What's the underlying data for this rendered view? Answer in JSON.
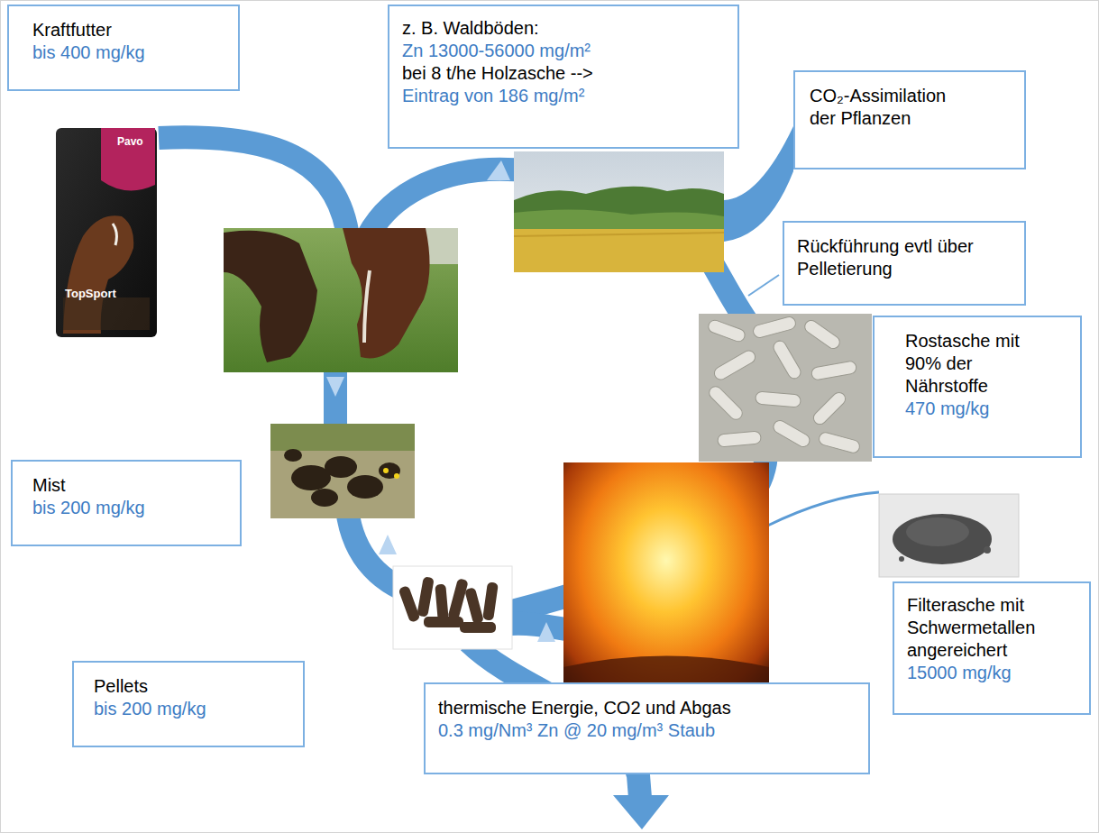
{
  "diagram": {
    "nodes": [
      {
        "text": [
          "Kraftfutter",
          "bis 400 mg/kg"
        ]
      },
      {
        "text": [
          "z. B. Waldböden:",
          "Zn 13000-56000 mg/m²",
          "bei 8 t/he Holzasche -->",
          "Eintrag von 186 mg/m²"
        ]
      },
      {
        "text": [
          "CO₂-Assimilation der Pflanzen"
        ]
      },
      {
        "text": [
          "Rückführung evtl über Pelletierung"
        ]
      },
      {
        "text": [
          "Rostasche mit 90% der Nährstoffe",
          "470 mg/kg"
        ]
      },
      {
        "text": [
          "Mist",
          "bis 200 mg/kg"
        ]
      },
      {
        "text": [
          "Filterasche mit Schwermetallen angereichert",
          "15000 mg/kg"
        ]
      },
      {
        "text": [
          "Pellets",
          "bis 200 mg/kg"
        ]
      },
      {
        "text": [
          "thermische Energie, CO2 und Abgas",
          "0.3 mg/Nm³ Zn @ 20 mg/m³ Staub"
        ]
      }
    ],
    "labels": [
      "Pavo",
      "TopSport"
    ]
  }
}
